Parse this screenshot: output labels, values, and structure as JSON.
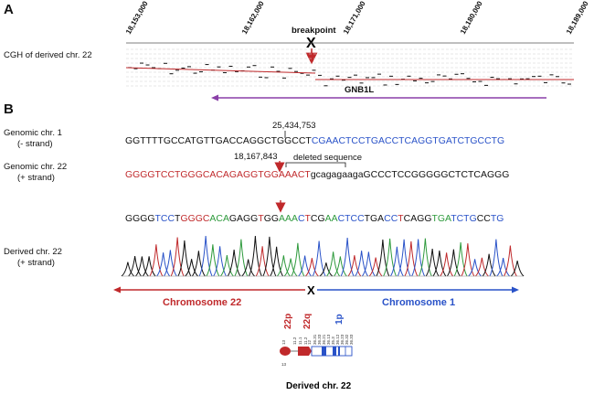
{
  "panels": {
    "a": "A",
    "b": "B"
  },
  "panel_a": {
    "coords": [
      "18,153,000",
      "18,162,000",
      "18,171,000",
      "18,180,000",
      "18,189,000"
    ],
    "breakpoint_label": "breakpoint",
    "breakpoint_mark": "X",
    "cgh_label": "CGH of derived chr. 22",
    "gene_label": "GNB1L"
  },
  "panel_b": {
    "chr1_label_line1": "Genomic chr. 1",
    "chr1_label_line2": "(- strand)",
    "chr1_coord": "25,434,753",
    "chr1_seq_black": "GGTTTTGCCATGTTGACCAGGCTGGCCT",
    "chr1_seq_blue": "CGAACTCCTGACCTCAGGTGATCTGCCTG",
    "chr22_label_line1": "Genomic chr. 22",
    "chr22_label_line2": "(+ strand)",
    "chr22_coord": "18,167,843",
    "deleted_label": "deleted sequence",
    "chr22_seq_red": "GGGGTCCTGGGCACAGAGGTGGAAACT",
    "chr22_seq_lower": "gcagagaaga",
    "chr22_seq_black": "GCCCTCCGGGGGCTCTCAGGG",
    "derived_seq": [
      {
        "t": "GGGG",
        "c": "k"
      },
      {
        "t": "TCC",
        "c": "b"
      },
      {
        "t": "T",
        "c": "k"
      },
      {
        "t": "GGGC",
        "c": "r"
      },
      {
        "t": "ACA",
        "c": "g"
      },
      {
        "t": "GAGG",
        "c": "k"
      },
      {
        "t": "T",
        "c": "r"
      },
      {
        "t": "GG",
        "c": "k"
      },
      {
        "t": "AAA",
        "c": "g"
      },
      {
        "t": "C",
        "c": "b"
      },
      {
        "t": "T",
        "c": "r"
      },
      {
        "t": "CG",
        "c": "k"
      },
      {
        "t": "AA",
        "c": "g"
      },
      {
        "t": "CTCC",
        "c": "b"
      },
      {
        "t": "TGA",
        "c": "k"
      },
      {
        "t": "CC",
        "c": "b"
      },
      {
        "t": "T",
        "c": "r"
      },
      {
        "t": "CAGG",
        "c": "k"
      },
      {
        "t": "TGA",
        "c": "g"
      },
      {
        "t": "TCTG",
        "c": "b"
      },
      {
        "t": "CC",
        "c": "k"
      },
      {
        "t": "TG",
        "c": "b"
      }
    ],
    "derived_label_line1": "Derived  chr. 22",
    "derived_label_line2": "(+ strand)",
    "chrom22_label": "Chromosome 22",
    "chrom1_label": "Chromosome 1",
    "junction_mark": "X",
    "ideogram_labels": {
      "p22": "22p",
      "q22": "22q",
      "p1": "1p"
    },
    "ideogram_bands_22": [
      "13",
      "11.2",
      "11.1",
      "11.2",
      "12"
    ],
    "ideogram_bands_1": [
      "36.31",
      "36.33",
      "36.21",
      "36.13",
      "35.3",
      "36.12",
      "36.23",
      "36.32",
      "36.33"
    ],
    "caption": "Derived chr. 22"
  },
  "colors": {
    "red": "#c0292b",
    "blue": "#2952c8",
    "green": "#2e9a3c",
    "purple": "#8a3fa8",
    "black": "#111111"
  }
}
